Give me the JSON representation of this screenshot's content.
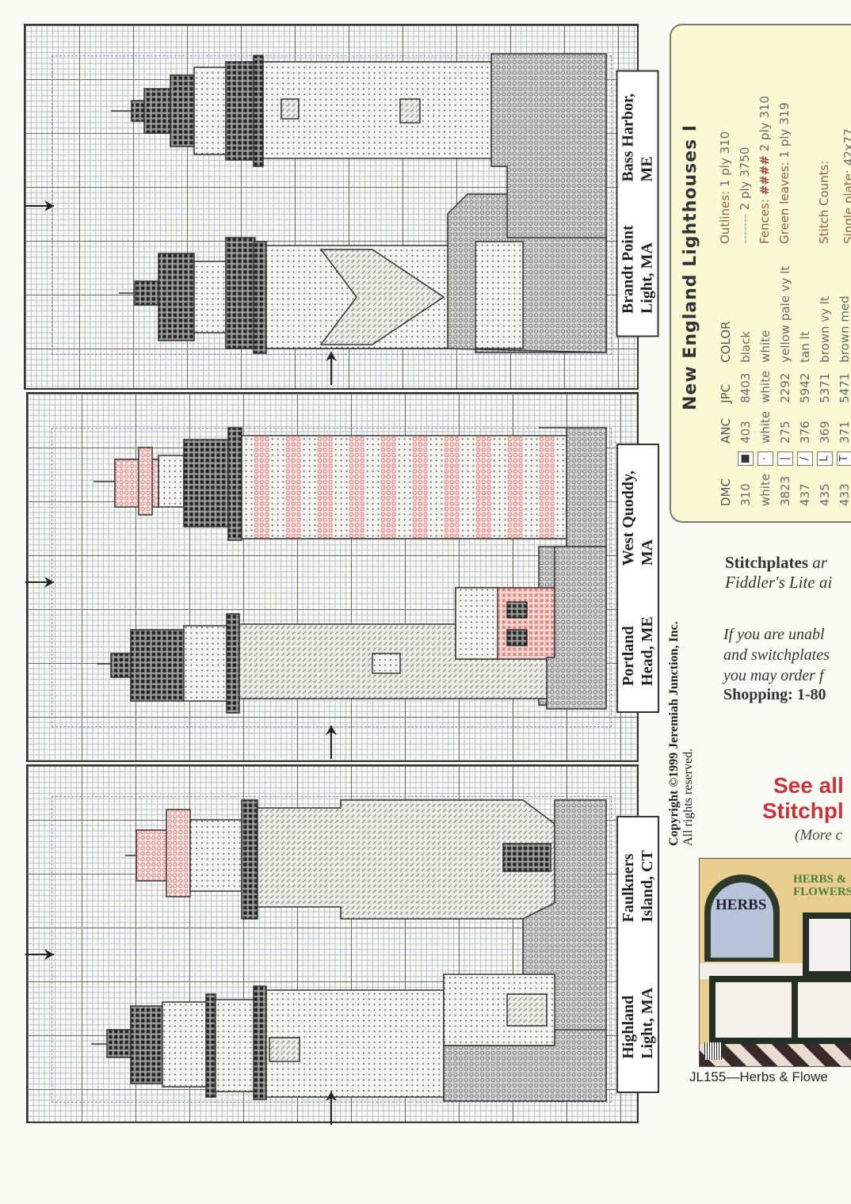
{
  "chart_labels": {
    "panel1": {
      "first": [
        "Brandt Point",
        "Light, MA"
      ],
      "second": [
        "Bass Harbor,",
        "ME"
      ]
    },
    "panel2": {
      "first": [
        "Portland",
        "Head, ME"
      ],
      "second": [
        "West Quoddy,",
        "MA"
      ]
    },
    "panel3": {
      "first": [
        "Highland",
        "Light, MA"
      ],
      "second": [
        "Faulkners",
        "Island, CT"
      ]
    }
  },
  "copyright": {
    "line1": "Copyright ©1999 Jeremiah Junction, Inc.",
    "line2": "All rights reserved."
  },
  "key": {
    "title": "New England Lighthouses I",
    "columns": [
      "DMC",
      "",
      "ANC",
      "JPC",
      "COLOR"
    ],
    "rows": [
      {
        "dmc": "310",
        "symbol": "■",
        "anc": "403",
        "jpc": "8403",
        "color": "black"
      },
      {
        "dmc": "white",
        "symbol": "·",
        "anc": "white",
        "jpc": "white",
        "color": "white"
      },
      {
        "dmc": "3823",
        "symbol": "|",
        "anc": "275",
        "jpc": "2292",
        "color": "yellow pale vy lt"
      },
      {
        "dmc": "437",
        "symbol": "/",
        "anc": "376",
        "jpc": "5942",
        "color": "tan lt"
      },
      {
        "dmc": "435",
        "symbol": "L",
        "anc": "369",
        "jpc": "5371",
        "color": "brown vy lt"
      },
      {
        "dmc": "433",
        "symbol": "T",
        "anc": "371",
        "jpc": "5471",
        "color": "brown med"
      }
    ],
    "notes": {
      "outlines_label": "Outlines:",
      "outlines_value": "1 ply 310",
      "dashed_symbol": "-------",
      "dashed_value": "2 ply 3750",
      "fences_label": "Fences:",
      "fences_symbol": "####",
      "fences_value": "2 ply 310",
      "leaves_label": "Green leaves:",
      "leaves_value": "1 ply 319",
      "stitch_counts": "Stitch Counts:",
      "single_label": "Single plate:",
      "single_value": "42x77"
    }
  },
  "promo": {
    "p1_bold": "Stitchplates",
    "p1_rest": " ar",
    "p1_line2": "Fiddler's Lite ai",
    "p2": [
      "If you are unabl",
      "and switchplates",
      "you may order f"
    ],
    "p2_bold": "Shopping: 1-80",
    "see_all": "See all",
    "stitchpl": "Stitchpl",
    "more": "(More c",
    "product_title": "HERBS &\nFLOWERS",
    "product_sign": "HERBS",
    "caption": "JL155—Herbs & Flowe"
  },
  "colors": {
    "accent_red": "#c8343a",
    "key_bg": "#fbf8d4",
    "stitch_red": "#e06060"
  }
}
